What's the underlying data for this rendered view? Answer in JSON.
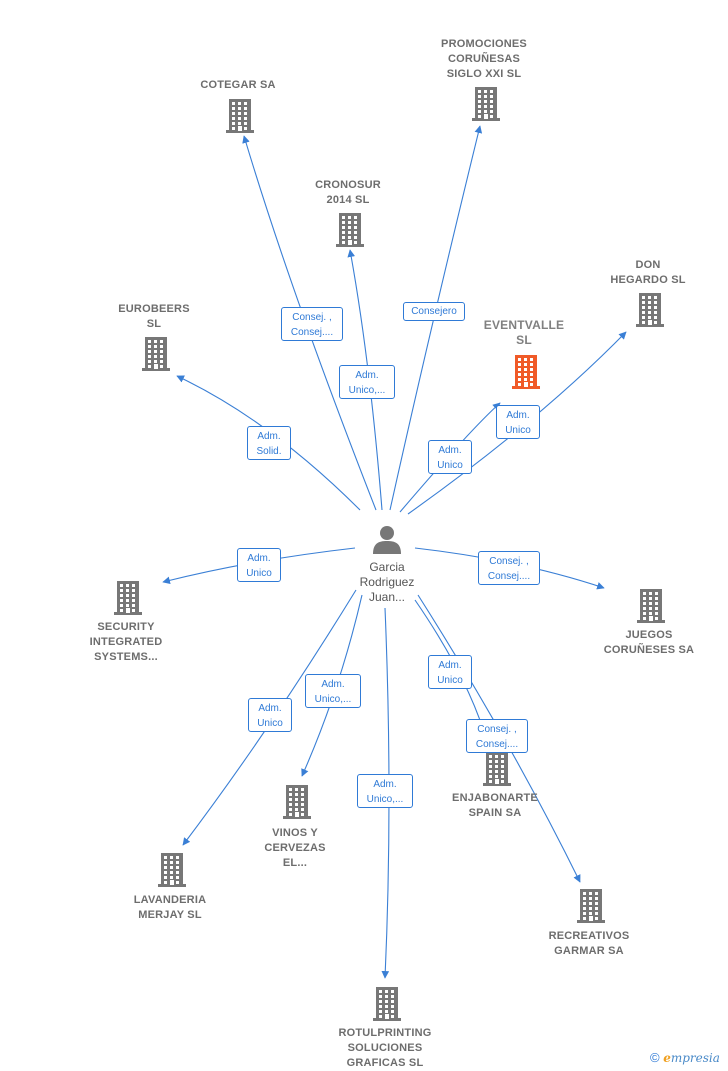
{
  "person": {
    "lines": [
      "Garcia",
      "Rodriguez",
      "Juan..."
    ]
  },
  "colors": {
    "edge": "#3a7fd5",
    "building": "#777777",
    "highlight": "#f05a28"
  },
  "companies": [
    {
      "id": "cotegar",
      "lines": [
        "COTEGAR SA"
      ]
    },
    {
      "id": "promociones",
      "lines": [
        "PROMOCIONES",
        "CORUÑESAS",
        "SIGLO XXI SL"
      ]
    },
    {
      "id": "cronosur",
      "lines": [
        "CRONOSUR",
        "2014  SL"
      ]
    },
    {
      "id": "don-hegardo",
      "lines": [
        "DON",
        "HEGARDO SL"
      ]
    },
    {
      "id": "eurobeers",
      "lines": [
        "EUROBEERS",
        "SL"
      ]
    },
    {
      "id": "eventvalle",
      "lines": [
        "EVENTVALLE",
        "SL"
      ],
      "highlight": true
    },
    {
      "id": "security",
      "lines": [
        "SECURITY",
        "INTEGRATED",
        "SYSTEMS..."
      ]
    },
    {
      "id": "juegos",
      "lines": [
        "JUEGOS",
        "CORUÑESES SA"
      ]
    },
    {
      "id": "enjabonarte",
      "lines": [
        "ENJABONARTE",
        "SPAIN SA"
      ]
    },
    {
      "id": "vinos",
      "lines": [
        "VINOS Y",
        "CERVEZAS",
        "EL..."
      ]
    },
    {
      "id": "lavanderia",
      "lines": [
        "LAVANDERIA",
        "MERJAY  SL"
      ]
    },
    {
      "id": "recreativos",
      "lines": [
        "RECREATIVOS",
        "GARMAR SA"
      ]
    },
    {
      "id": "rotulprinting",
      "lines": [
        "ROTULPRINTING",
        "SOLUCIONES",
        "GRAFICAS  SL"
      ]
    }
  ],
  "relations": [
    {
      "target": "cotegar",
      "label": [
        "Consej. ,",
        "Consej...."
      ]
    },
    {
      "target": "cronosur",
      "label": [
        "Adm.",
        "Unico,..."
      ]
    },
    {
      "target": "promociones",
      "label": [
        "Consejero"
      ]
    },
    {
      "target": "eurobeers",
      "label": [
        "Adm.",
        "Solid."
      ]
    },
    {
      "target": "eventvalle",
      "label": [
        "Adm.",
        "Unico"
      ]
    },
    {
      "target": "don-hegardo",
      "label": [
        "Adm.",
        "Unico"
      ]
    },
    {
      "target": "security",
      "label": [
        "Adm.",
        "Unico"
      ]
    },
    {
      "target": "juegos",
      "label": [
        "Consej. ,",
        "Consej...."
      ]
    },
    {
      "target": "enjabonarte",
      "label": [
        "Adm.",
        "Unico"
      ]
    },
    {
      "target": "recreativos",
      "label": [
        "Consej. ,",
        "Consej...."
      ]
    },
    {
      "target": "vinos",
      "label": [
        "Adm.",
        "Unico,..."
      ]
    },
    {
      "target": "lavanderia",
      "label": [
        "Adm.",
        "Unico"
      ]
    },
    {
      "target": "rotulprinting",
      "label": [
        "Adm.",
        "Unico,..."
      ]
    }
  ],
  "footer": {
    "copyright": "©",
    "brand_initial": "e",
    "brand_rest": "mpresia"
  }
}
